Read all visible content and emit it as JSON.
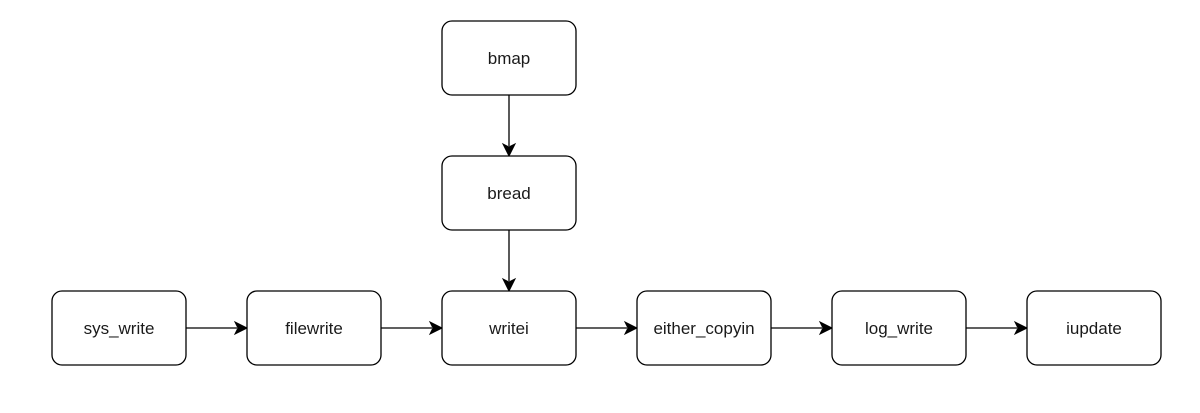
{
  "diagram": {
    "nodes": [
      {
        "id": "bmap",
        "label": "bmap"
      },
      {
        "id": "bread",
        "label": "bread"
      },
      {
        "id": "sys_write",
        "label": "sys_write"
      },
      {
        "id": "filewrite",
        "label": "filewrite"
      },
      {
        "id": "writei",
        "label": "writei"
      },
      {
        "id": "either_copyin",
        "label": "either_copyin"
      },
      {
        "id": "log_write",
        "label": "log_write"
      },
      {
        "id": "iupdate",
        "label": "iupdate"
      }
    ],
    "edges": [
      {
        "from": "bmap",
        "to": "bread"
      },
      {
        "from": "bread",
        "to": "writei"
      },
      {
        "from": "sys_write",
        "to": "filewrite"
      },
      {
        "from": "filewrite",
        "to": "writei"
      },
      {
        "from": "writei",
        "to": "either_copyin"
      },
      {
        "from": "either_copyin",
        "to": "log_write"
      },
      {
        "from": "log_write",
        "to": "iupdate"
      }
    ]
  }
}
